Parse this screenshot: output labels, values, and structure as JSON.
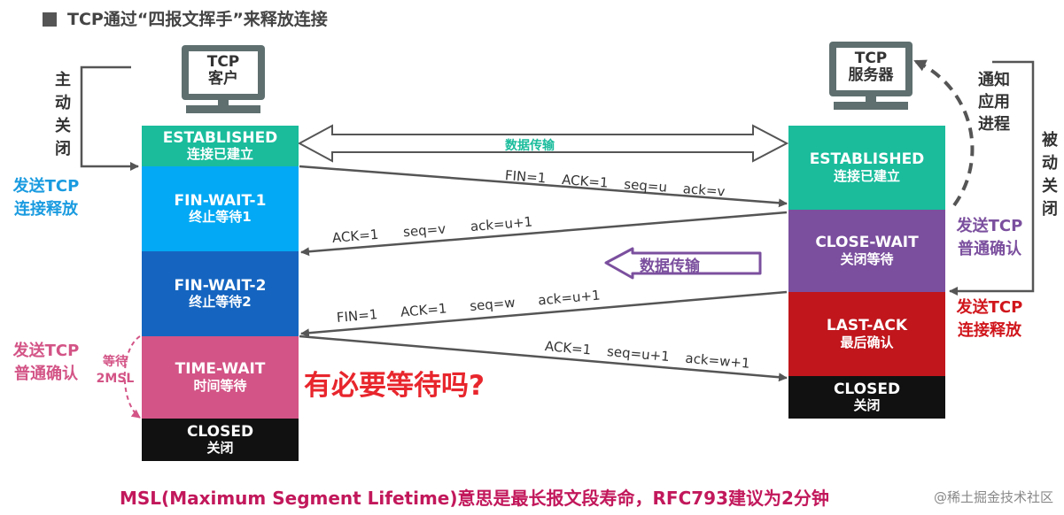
{
  "title": "TCP通过“四报文挥手”来释放连接",
  "client": {
    "label_line1": "TCP",
    "label_line2": "客户",
    "active_close": "主\n动\n关\n闭",
    "send_fin_note": "发送TCP\n连接释放",
    "send_ack_note": "发送TCP\n普通确认",
    "wait_note": "等待\n2MSL",
    "states": [
      {
        "en": "ESTABLISHED",
        "zh": "连接已建立"
      },
      {
        "en": "FIN-WAIT-1",
        "zh": "终止等待1"
      },
      {
        "en": "FIN-WAIT-2",
        "zh": "终止等待2"
      },
      {
        "en": "TIME-WAIT",
        "zh": "时间等待"
      },
      {
        "en": "CLOSED",
        "zh": "关闭"
      }
    ]
  },
  "server": {
    "label_line1": "TCP",
    "label_line2": "服务器",
    "notify_app": "通知\n应用\n进程",
    "passive_close": "被\n动\n关\n闭",
    "send_ack_note": "发送TCP\n普通确认",
    "send_fin_note": "发送TCP\n连接释放",
    "states": [
      {
        "en": "ESTABLISHED",
        "zh": "连接已建立"
      },
      {
        "en": "CLOSE-WAIT",
        "zh": "关闭等待"
      },
      {
        "en": "LAST-ACK",
        "zh": "最后确认"
      },
      {
        "en": "CLOSED",
        "zh": "关闭"
      }
    ]
  },
  "messages": {
    "data_transfer": "数据传输",
    "fin1": [
      "FIN=1",
      "ACK=1",
      "seq=u",
      "ack=v"
    ],
    "ack1": [
      "ACK=1",
      "seq=v",
      "ack=u+1"
    ],
    "fin2": [
      "FIN=1",
      "ACK=1",
      "seq=w",
      "ack=u+1"
    ],
    "ack2": [
      "ACK=1",
      "seq=u+1",
      "ack=w+1"
    ],
    "server_data": "数据传输"
  },
  "question": "有必要等待吗?",
  "footer": "MSL(Maximum Segment Lifetime)意思是最长报文段寿命，RFC793建议为2分钟",
  "watermark": "@稀土掘金技术社区",
  "colors": {
    "established": "#1abc9c",
    "fin_wait_1": "#03a9f4",
    "fin_wait_2": "#1565c0",
    "time_wait": "#d35486",
    "closed": "#111111",
    "close_wait": "#7b4f9e",
    "last_ack": "#c0161c",
    "blue_text": "#1a9be0",
    "purple_text": "#7b4f9e",
    "red_text": "#d0161c",
    "pink_text": "#d35486"
  }
}
